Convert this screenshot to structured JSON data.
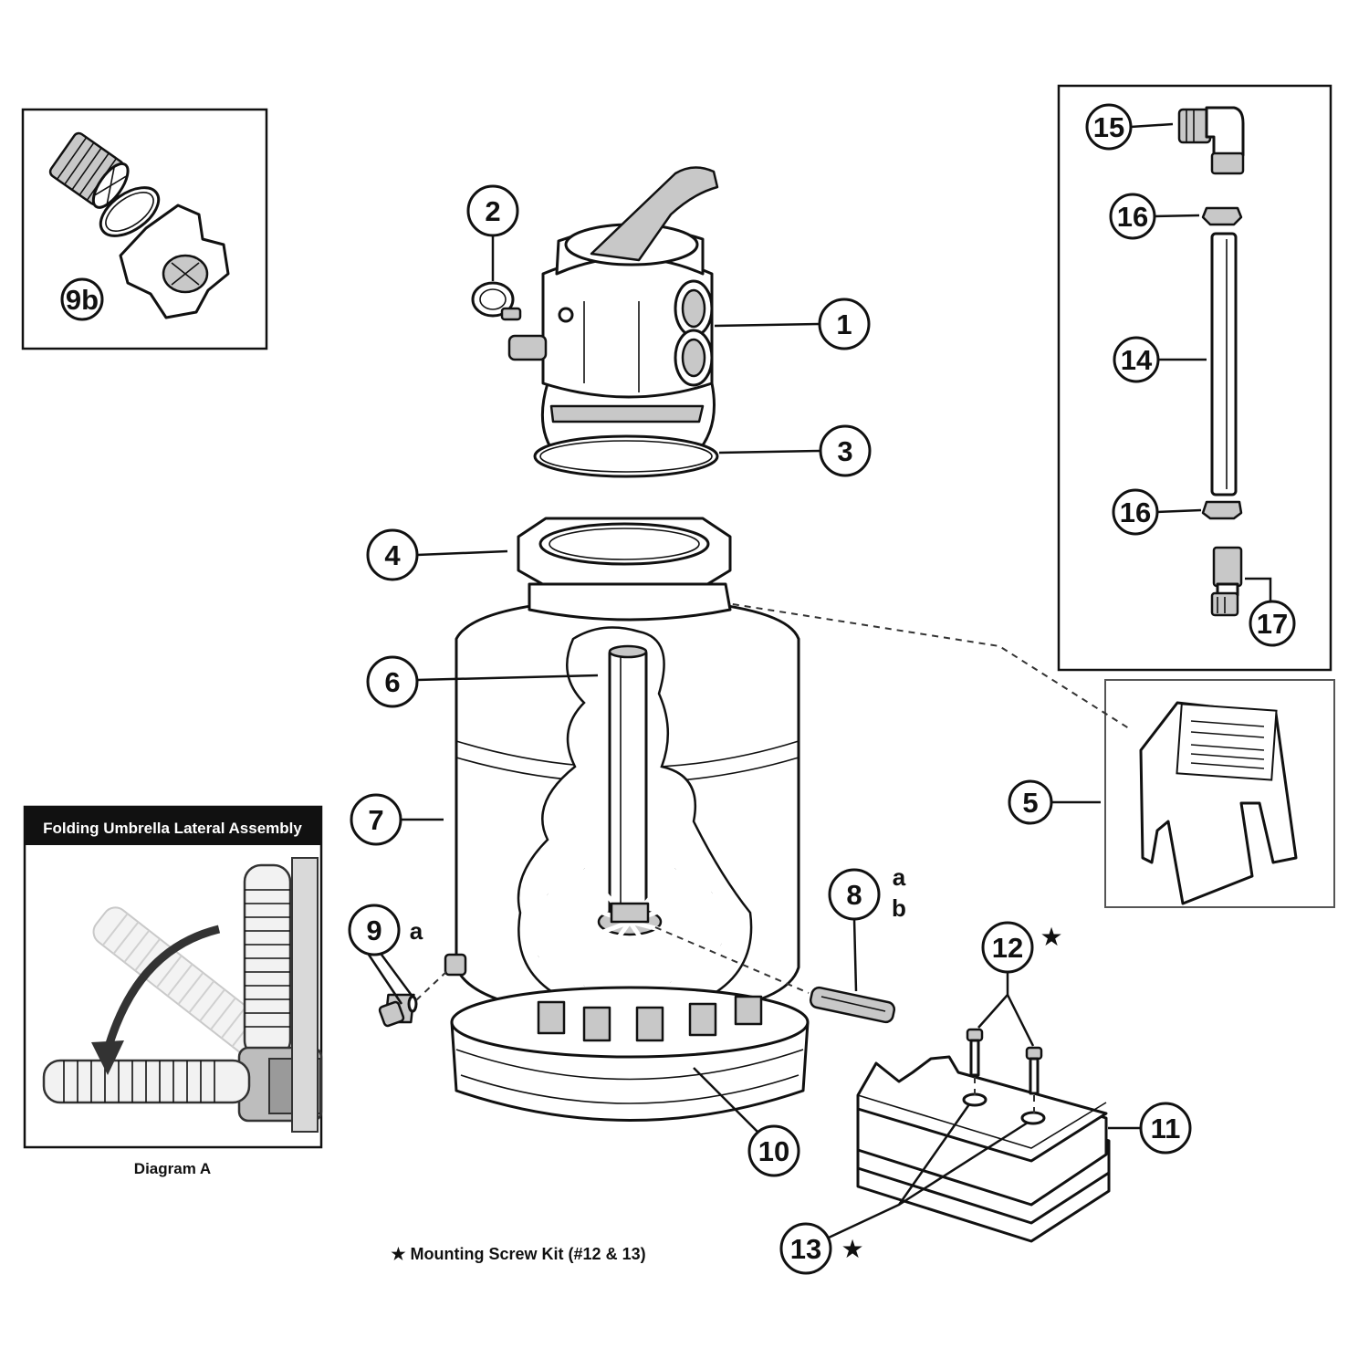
{
  "callouts": {
    "c1": "1",
    "c2": "2",
    "c3": "3",
    "c4": "4",
    "c5": "5",
    "c6": "6",
    "c7": "7",
    "c8": "8",
    "c9": "9",
    "c9b": "9b",
    "c10": "10",
    "c11": "11",
    "c12": "12",
    "c13": "13",
    "c14": "14",
    "c15": "15",
    "c16a": "16",
    "c16b": "16",
    "c17": "17"
  },
  "variants": {
    "c8_a": "a",
    "c8_b": "b",
    "c9_a": "a"
  },
  "star_symbol": "★",
  "inset_umbrella": {
    "title": "Folding Umbrella Lateral Assembly",
    "caption": "Diagram A"
  },
  "footnote": "★ Mounting Screw Kit (#12 & 13)"
}
